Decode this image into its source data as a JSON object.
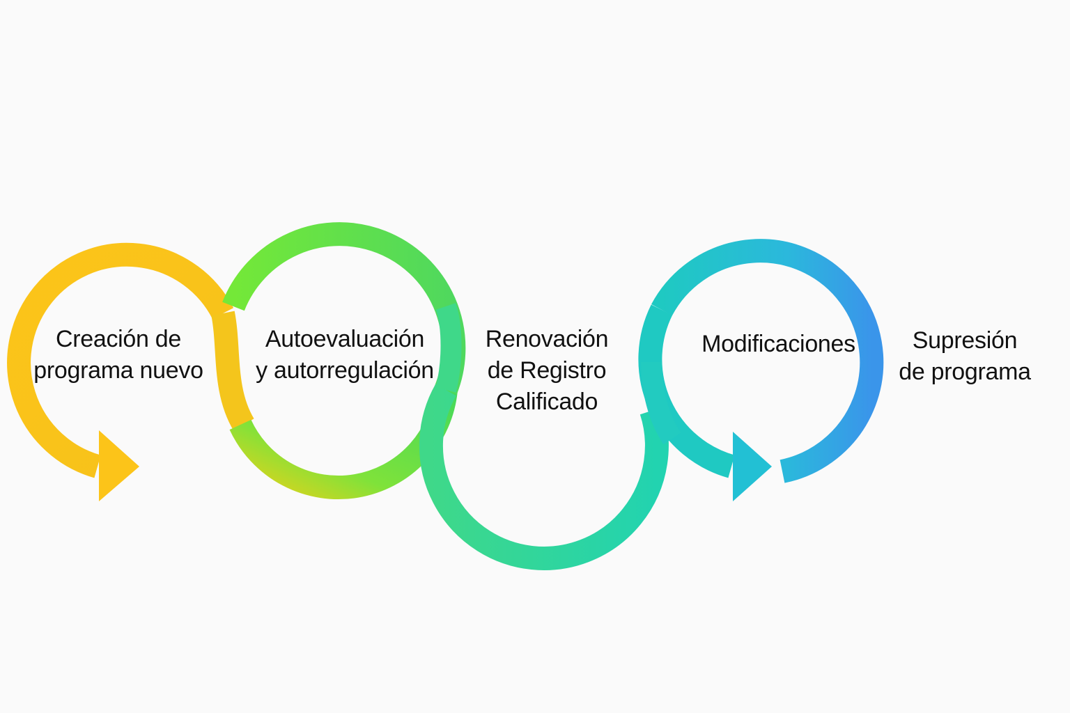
{
  "diagram": {
    "stages": [
      {
        "id": "creacion",
        "lines": [
          "Creación de",
          "programa nuevo"
        ],
        "color": "#fcc419"
      },
      {
        "id": "autoevaluacion",
        "lines": [
          "Autoevaluación",
          "y autorregulación"
        ],
        "color": "#5fdc3c"
      },
      {
        "id": "renovacion",
        "lines": [
          "Renovación",
          "de Registro",
          "Calificado"
        ],
        "color": "#22d3a0"
      },
      {
        "id": "modificaciones",
        "lines": [
          "Modificaciones"
        ],
        "color": "#1fbfd8"
      },
      {
        "id": "supresion",
        "lines": [
          "Supresión",
          "de programa"
        ],
        "color": "#339af0"
      }
    ],
    "gradient_colors": [
      "#fcc419",
      "#7be83a",
      "#22d3a0",
      "#1fbfd8",
      "#3b8ff0"
    ]
  }
}
